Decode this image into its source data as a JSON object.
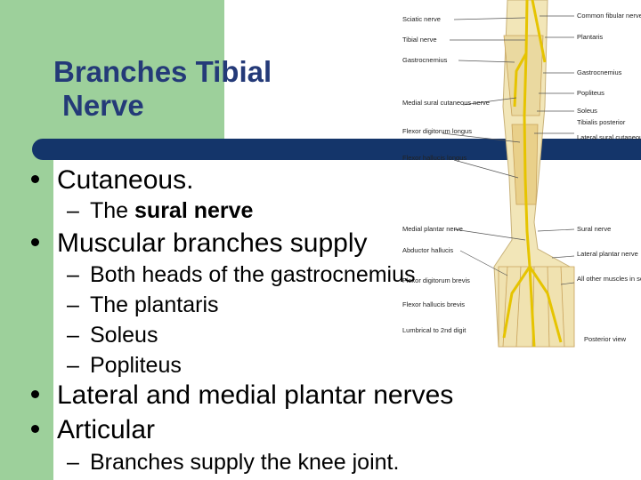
{
  "slide": {
    "title_line1": "Branches Tibial",
    "title_line2": "Nerve",
    "bullets": [
      {
        "text": "Cutaneous."
      },
      {
        "text": "Muscular branches supply"
      },
      {
        "text": "Lateral and medial plantar nerves"
      },
      {
        "text": "Articular"
      }
    ],
    "sub": {
      "cutaneous_prefix": "The ",
      "cutaneous_bold": "sural nerve",
      "muscular": [
        "Both heads of the gastrocnemius",
        "The plantaris",
        "Soleus",
        "Popliteus"
      ],
      "articular": "Branches supply the knee joint."
    },
    "dash": "–"
  },
  "figure": {
    "labels_left": [
      "Sciatic nerve",
      "Tibial nerve",
      "Gastrocnemius",
      "Medial sural cutaneous nerve",
      "Flexor digitorum longus",
      "Flexor hallucis longus",
      "Medial plantar nerve",
      "Abductor hallucis",
      "Flexor digitorum brevis",
      "Flexor hallucis brevis",
      "Lumbrical to 2nd digit"
    ],
    "labels_right": [
      "Common fibular nerve",
      "Plantaris",
      "Gastrocnemius",
      "Popliteus",
      "Soleus",
      "Tibialis posterior",
      "Lateral sural cutaneous nerve",
      "Sural nerve",
      "Lateral plantar nerve",
      "All other muscles in sole of foot",
      "Posterior view"
    ],
    "colors": {
      "nerve": "#e6c400",
      "bone": "#f2e6b8",
      "muscle": "#ead9a0"
    }
  }
}
